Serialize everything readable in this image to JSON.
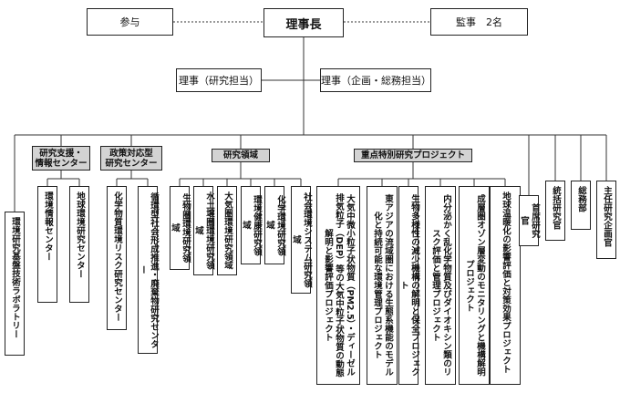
{
  "top": {
    "advisor": "参与",
    "president": "理事長",
    "auditor": "監事　2名"
  },
  "directors": {
    "research": "理事（研究担当）",
    "planning": "理事（企画・総務担当）"
  },
  "groups": {
    "support": "研究支援・\n情報センター",
    "policy": "政策対応型\n研究センター",
    "fields": "研究領域",
    "priority": "重点特別研究プロジェクト"
  },
  "units": {
    "lab": "環境研究基盤技術ラボラトリー",
    "support": [
      "環境情報センター",
      "地球環境研究センター"
    ],
    "policy": [
      "化学物質環境リスク研究センター",
      "循環型社会形成推進・廃棄物研究センター"
    ],
    "fields": [
      "生物圏環境研究領域",
      "水土壌圏環境研究領域",
      "大気圏環境研究領域",
      "環境健康研究領域",
      "化学環境研究領域",
      "社会環境システム研究領域"
    ],
    "priority": [
      "大気中微小粒子状物質（PM2.5）・ディーゼル排気粒子（DEP）等の大気中粒子状物質の動態解明と影響評価プロジェクト",
      "東アジアの流域圏における生態系機能のモデル化と持続可能な環境管理プロジェクト",
      "生物多様性の減少機構の解明と保全プロジェクト",
      "内分泌かく乱化学物質及びダイオキシン類のリスク評価と管理プロジェクト",
      "成層圏オゾン層変動のモニタリングと機構解明プロジェクト",
      "地球温暖化の影響評価と対策効果プロジェクト"
    ],
    "right": [
      "首席研究官",
      "統括研究官",
      "総務部",
      "主任研究企画官"
    ]
  }
}
